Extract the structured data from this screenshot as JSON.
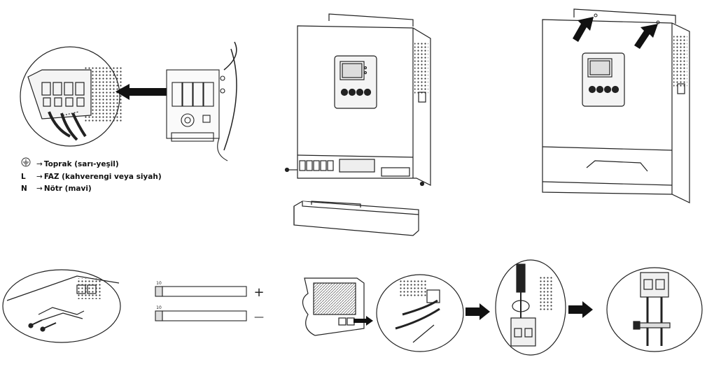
{
  "legend": {
    "ground": {
      "symbol": "ground-icon",
      "arrow": "→",
      "text": "Toprak (sarı-yeşil)"
    },
    "line": {
      "symbol": "L",
      "arrow": "→",
      "text": "FAZ (kahverengi veya siyah)"
    },
    "neutral": {
      "symbol": "N",
      "arrow": "→",
      "text": "Nötr (mavi)"
    }
  },
  "cables": {
    "positive": {
      "sign": "+",
      "tag": "10"
    },
    "negative": {
      "sign": "—",
      "tag": "10"
    }
  },
  "colors": {
    "line": "#222222",
    "arrow": "#111111",
    "panel": "#f2f2f2"
  }
}
